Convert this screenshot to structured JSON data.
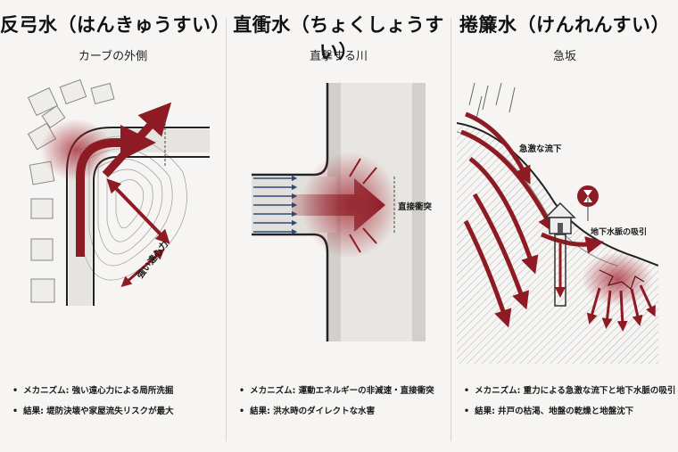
{
  "panels": [
    {
      "title": "反弓水（はんきゅうすい）",
      "subtitle": "カーブの外側",
      "labels": [
        "強い遠心力"
      ],
      "bullets": [
        "メカニズム: 強い遠心力による局所洗掘",
        "結果: 堤防決壊や家屋流失リスクが最大"
      ]
    },
    {
      "title": "直衝水（ちょくしょうすい）",
      "subtitle": "直撃する川",
      "labels": [
        "直接衝突"
      ],
      "bullets": [
        "メカニズム: 運動エネルギーの非減速・直接衝突",
        "結果: 洪水時のダイレクトな水害"
      ]
    },
    {
      "title": "捲簾水（けんれんすい）",
      "subtitle": "急坂",
      "labels": [
        "急激な流下",
        "地下水脈の吸引"
      ],
      "bullets": [
        "メカニズム: 重力による急激な流下と地下水脈の吸引",
        "結果: 井戸の枯渇、地盤の乾燥と地盤沈下"
      ]
    }
  ],
  "colors": {
    "accent": "#8e1b24",
    "flow_blue": "#2c4a7a",
    "ink": "#1e1e1e"
  },
  "icons": [
    "house-icon",
    "hourglass-icon"
  ]
}
